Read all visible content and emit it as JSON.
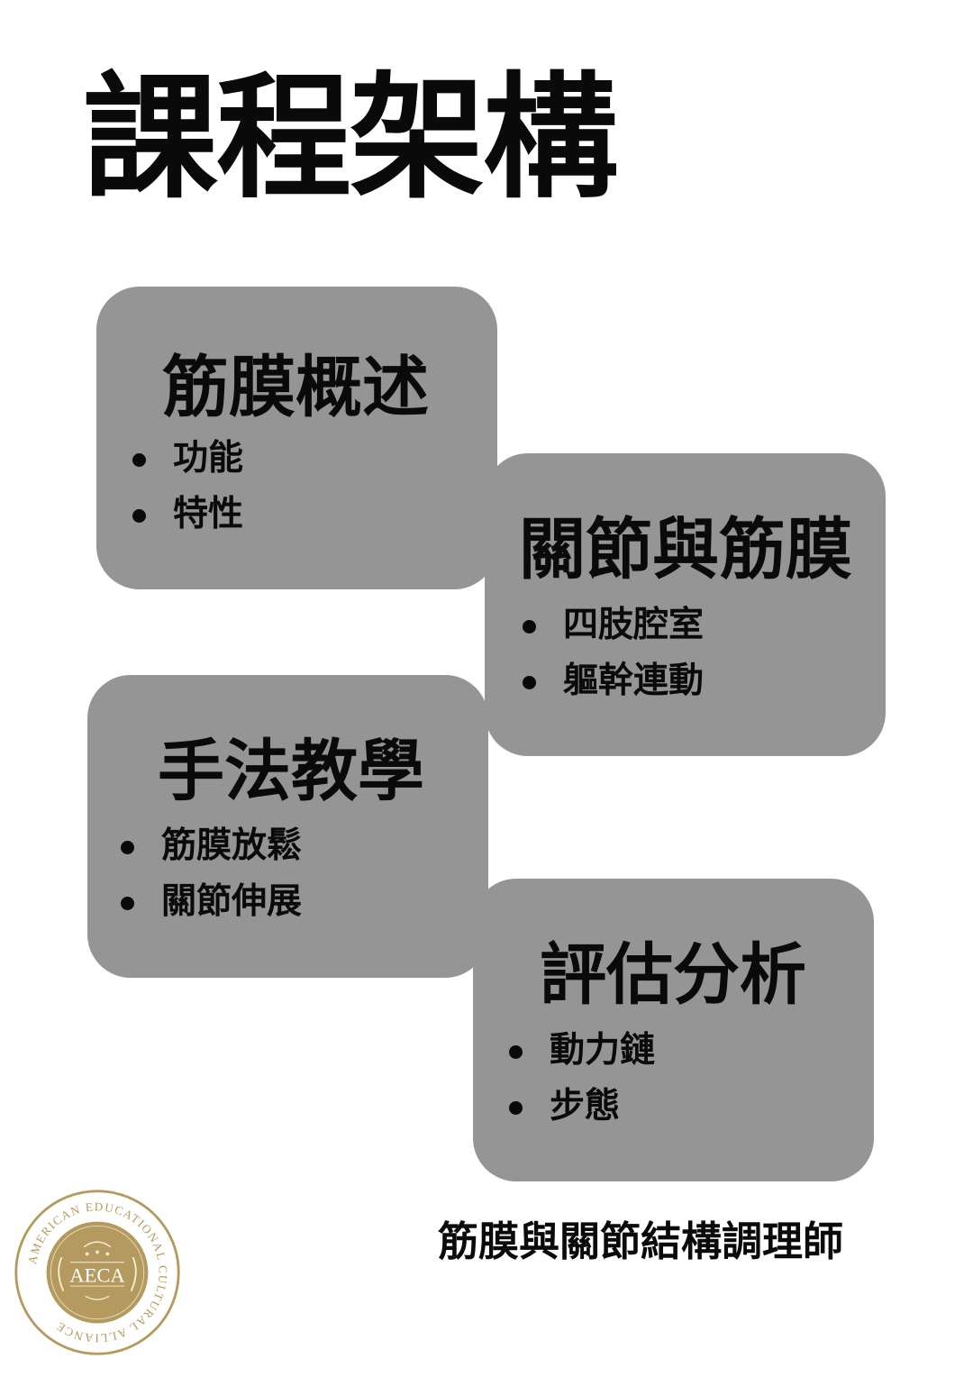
{
  "page_title": "課程架構",
  "cards": [
    {
      "title": "筋膜概述",
      "items": [
        "功能",
        "特性"
      ]
    },
    {
      "title": "關節與筋膜",
      "items": [
        "四肢腔室",
        "軀幹連動"
      ]
    },
    {
      "title": "手法教學",
      "items": [
        "筋膜放鬆",
        "關節伸展"
      ]
    },
    {
      "title": "評估分析",
      "items": [
        "動力鏈",
        "步態"
      ]
    }
  ],
  "footer_title": "筋膜與關節結構調理師",
  "seal": {
    "ring_text": "AMERICAN EDUCATIONAL CULTURAL ALLIANCE",
    "center_text": "AECA",
    "color": "#b49a5e"
  },
  "colors": {
    "card": "#959595",
    "text": "#0a0a0a"
  }
}
